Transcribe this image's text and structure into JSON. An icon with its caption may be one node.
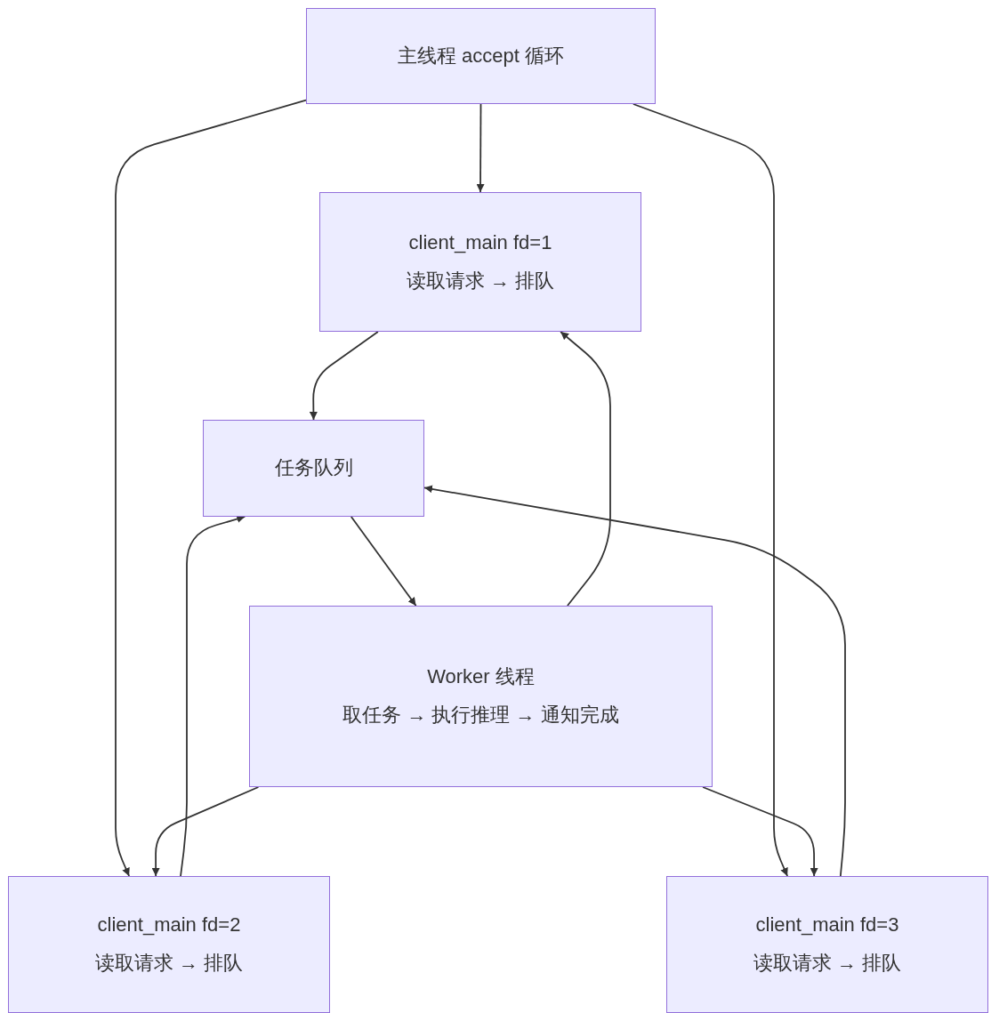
{
  "diagram": {
    "nodes": [
      {
        "text": [
          "主线程 accept 循环"
        ]
      },
      {
        "text": [
          "client_main fd=1",
          "读取请求 → 排队"
        ]
      },
      {
        "text": [
          "任务队列"
        ]
      },
      {
        "text": [
          "Worker 线程",
          "取任务 → 执行推理 → 通知完成"
        ]
      },
      {
        "text": [
          "client_main fd=2",
          "读取请求 → 排队"
        ]
      },
      {
        "text": [
          "client_main fd=3",
          "读取请求 → 排队"
        ]
      }
    ],
    "edges": [
      {
        "from": 0,
        "to": 1,
        "arrow": "to"
      },
      {
        "from": 0,
        "to": 4,
        "arrow": "to"
      },
      {
        "from": 0,
        "to": 5,
        "arrow": "to"
      },
      {
        "from": 1,
        "to": 2,
        "arrow": "to"
      },
      {
        "from": 4,
        "to": 2,
        "arrow": "to"
      },
      {
        "from": 5,
        "to": 2,
        "arrow": "to"
      },
      {
        "from": 2,
        "to": 3,
        "arrow": "to"
      },
      {
        "from": 3,
        "to": 1,
        "arrow": "to"
      },
      {
        "from": 3,
        "to": 4,
        "arrow": "to"
      },
      {
        "from": 3,
        "to": 5,
        "arrow": "to"
      }
    ]
  }
}
